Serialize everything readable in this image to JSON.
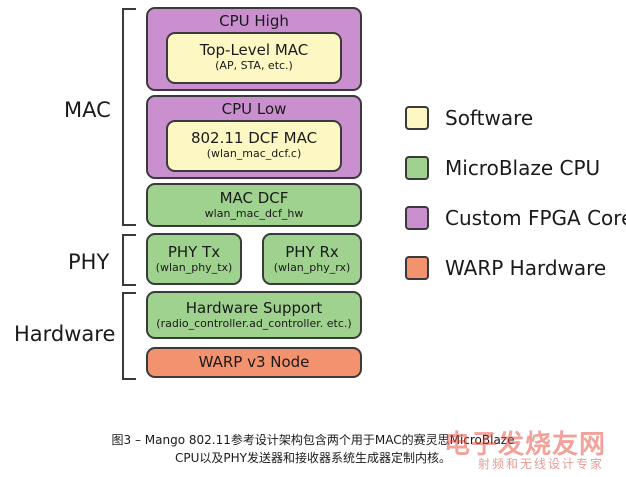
{
  "layers": {
    "mac": "MAC",
    "phy": "PHY",
    "hardware": "Hardware"
  },
  "blocks": {
    "cpu_high": "CPU High",
    "top_mac_title": "Top-Level MAC",
    "top_mac_sub": "(AP, STA, etc.)",
    "cpu_low": "CPU Low",
    "dcf_mac_title": "802.11 DCF MAC",
    "dcf_mac_sub": "(wlan_mac_dcf.c)",
    "mac_dcf_title": "MAC DCF",
    "mac_dcf_sub": "wlan_mac_dcf_hw",
    "phy_tx_title": "PHY Tx",
    "phy_tx_sub": "(wlan_phy_tx)",
    "phy_rx_title": "PHY Rx",
    "phy_rx_sub": "(wlan_phy_rx)",
    "hw_support_title": "Hardware Support",
    "hw_support_sub": "(radio_controller.ad_controller. etc.)",
    "warp_node": "WARP v3 Node"
  },
  "legend": [
    {
      "label": "Software",
      "color": "#fdf7c3"
    },
    {
      "label": "MicroBlaze CPU",
      "color": "#9fd28e"
    },
    {
      "label": "Custom FPGA Core",
      "color": "#c98fcf"
    },
    {
      "label": "WARP Hardware",
      "color": "#f3926f"
    }
  ],
  "caption": {
    "line1": "图3 – Mango 802.11参考设计架构包含两个用于MAC的赛灵思MicroBlaze",
    "line2": "CPU以及PHY发送器和接收器系统生成器定制内核。"
  },
  "watermark": {
    "line1": "电子发烧友网",
    "line2": "射频和无线设计专家"
  }
}
